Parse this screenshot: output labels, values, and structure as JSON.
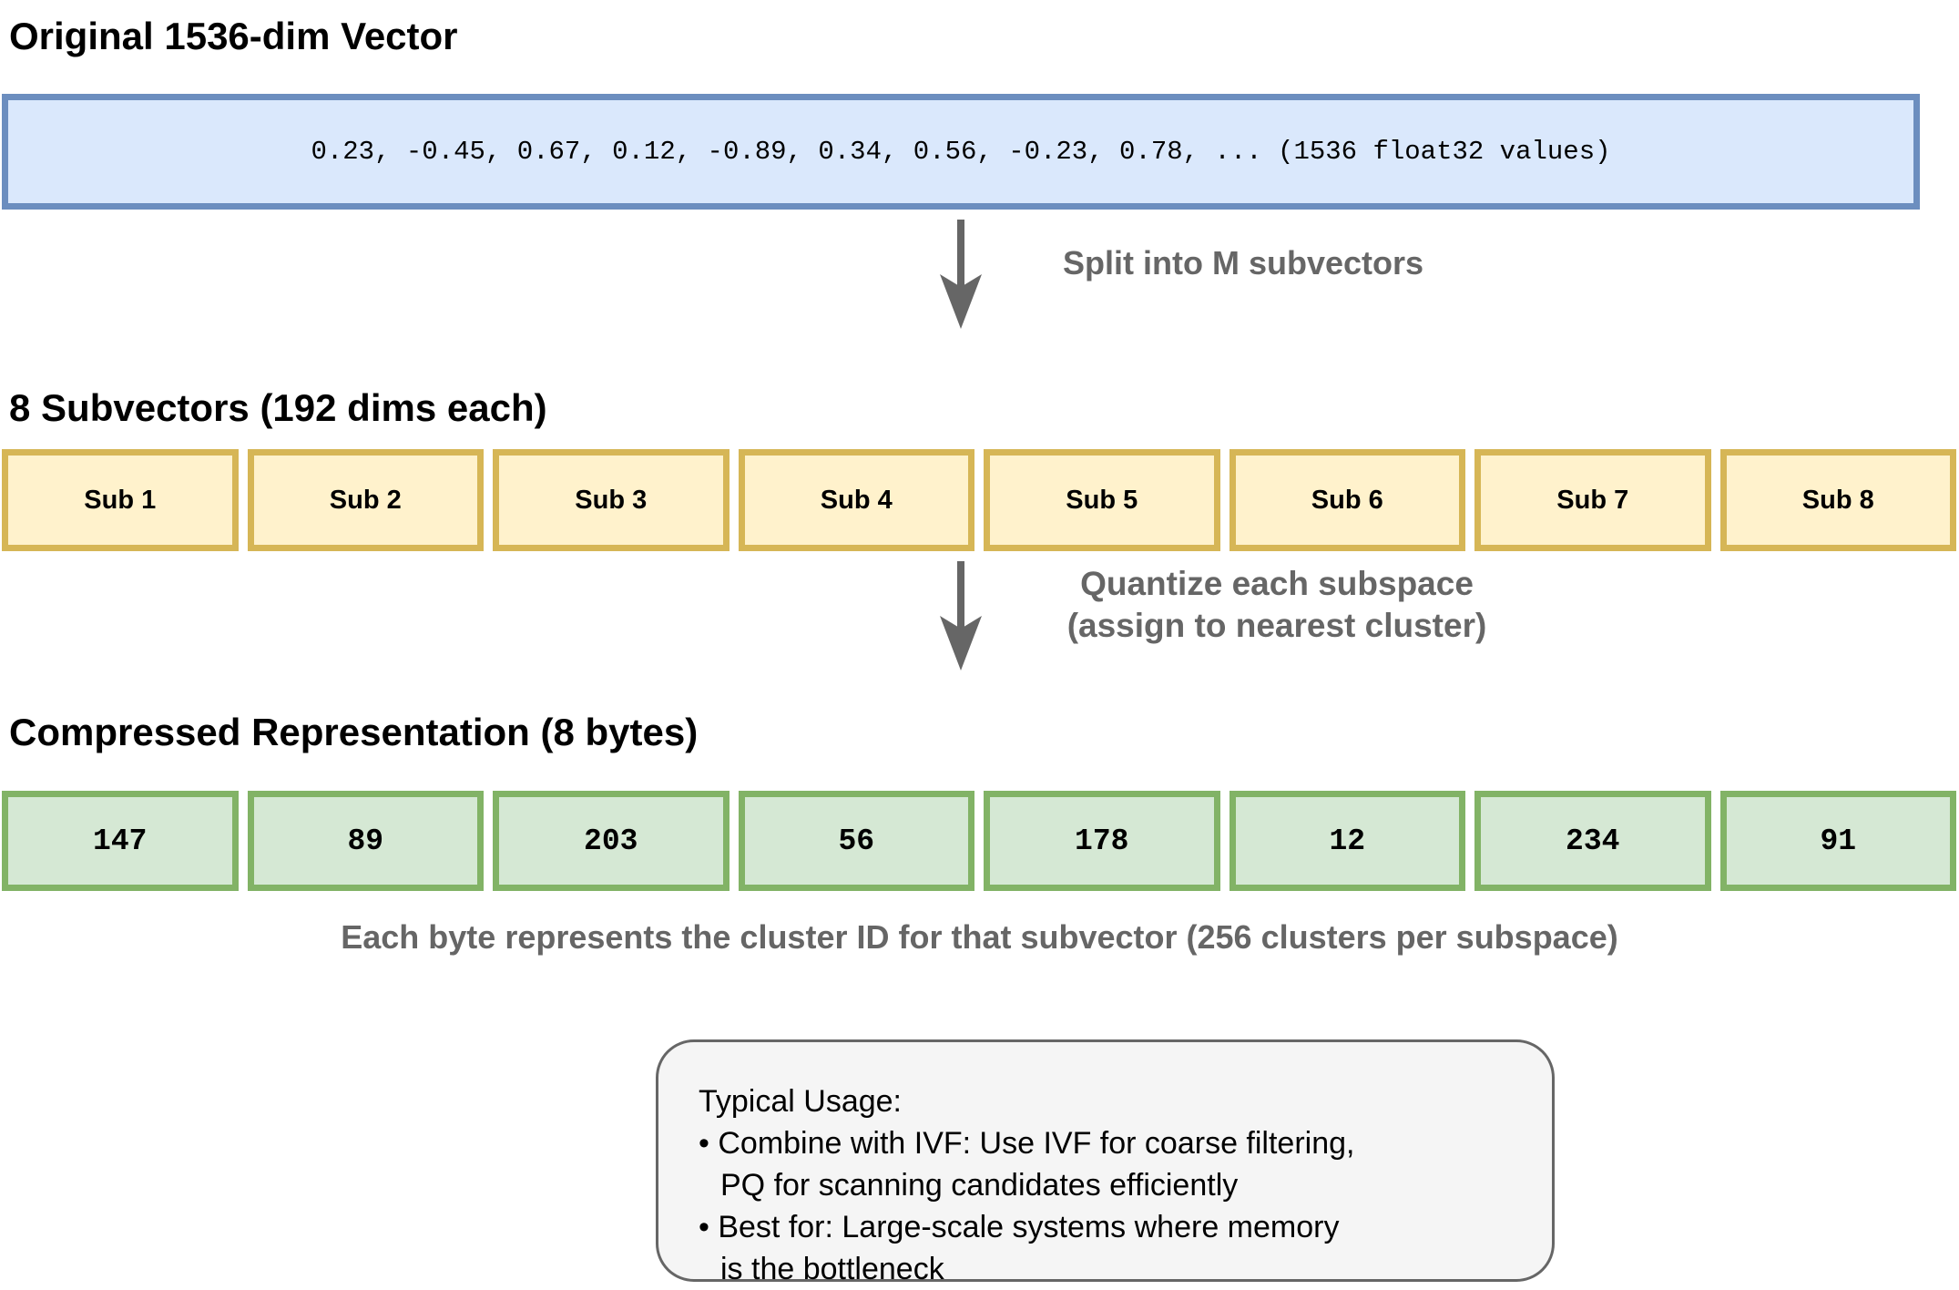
{
  "diagram": {
    "original": {
      "title": "Original 1536-dim Vector",
      "vector_text": "0.23, -0.45, 0.67, 0.12, -0.89, 0.34, 0.56, -0.23, 0.78, ... (1536 float32 values)"
    },
    "step1": {
      "label": "Split into M subvectors"
    },
    "subvectors": {
      "title": "8 Subvectors (192 dims each)",
      "items": [
        "Sub 1",
        "Sub 2",
        "Sub 3",
        "Sub 4",
        "Sub 5",
        "Sub 6",
        "Sub 7",
        "Sub 8"
      ]
    },
    "step2": {
      "line1": "Quantize each subspace",
      "line2": "(assign to nearest cluster)"
    },
    "compressed": {
      "title": "Compressed Representation (8 bytes)",
      "bytes": [
        "147",
        "89",
        "203",
        "56",
        "178",
        "12",
        "234",
        "91"
      ]
    },
    "caption": "Each byte represents the cluster ID for that subvector (256 clusters per subspace)",
    "usage": {
      "lines": [
        "Typical Usage:",
        "• Combine with IVF: Use IVF for coarse filtering,",
        "PQ for scanning candidates efficiently",
        "• Best for: Large-scale systems where memory",
        "is the bottleneck"
      ]
    },
    "colors": {
      "vector_fill": "#dae8fc",
      "vector_border": "#6c8ebf",
      "subvector_fill": "#fff2cc",
      "subvector_border": "#d6b656",
      "byte_fill": "#d5e8d4",
      "byte_border": "#82b366",
      "label_gray": "#666666",
      "usage_fill": "#f5f5f5",
      "usage_border": "#666666"
    }
  }
}
